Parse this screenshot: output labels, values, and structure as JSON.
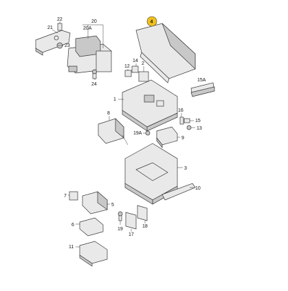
{
  "callouts": {
    "p22": "22",
    "p21": "21",
    "p23": "23",
    "p20": "20",
    "p20a": "20A",
    "p24": "24",
    "p4": "4",
    "p2": "2",
    "p12": "12",
    "p14": "14",
    "p15a": "15A",
    "p1": "1",
    "p16": "16",
    "p15": "15",
    "p13": "13",
    "p8": "8",
    "p19a": "19A",
    "p9": "9",
    "p3": "3",
    "p10": "10",
    "p7": "7",
    "p5": "5",
    "p6": "6",
    "p19": "19",
    "p18": "18",
    "p17": "17",
    "p11": "11"
  },
  "colors": {
    "highlight_badge": "#f2c21b",
    "outline": "#333333",
    "part_fill": "#e9e9e9"
  }
}
